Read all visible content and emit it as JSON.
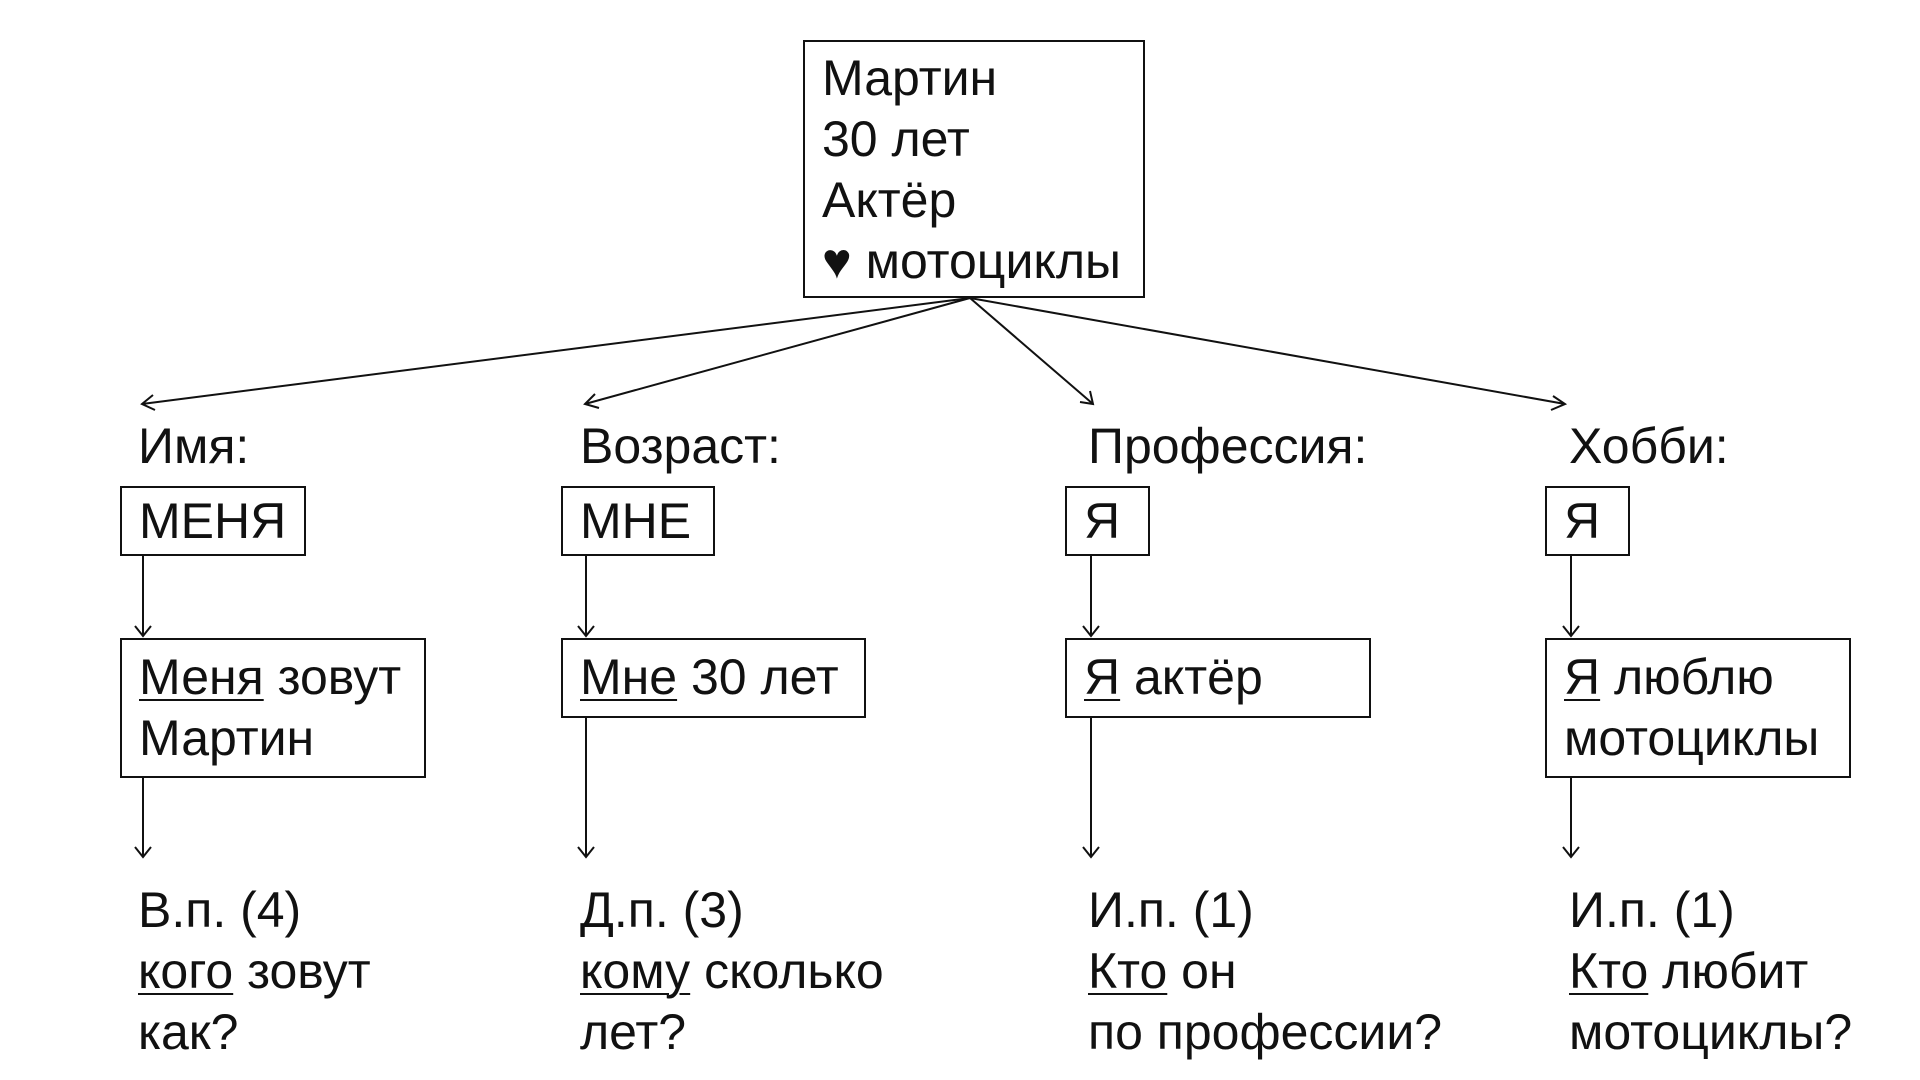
{
  "profile": {
    "name": "Мартин",
    "age": "30 лет",
    "profession": "Актёр",
    "hobby": "♥ мотоциклы"
  },
  "columns": [
    {
      "heading": "Имя:",
      "pronoun": "МЕНЯ",
      "sentence_underlined": "Меня",
      "sentence_rest_1": " зовут",
      "sentence_line_2": "Мартин",
      "case": "В.п. (4)",
      "question_underlined": "кого",
      "question_rest_1": " зовут",
      "question_line_2": "как?"
    },
    {
      "heading": "Возраст:",
      "pronoun": "МНЕ",
      "sentence_underlined": "Мне",
      "sentence_rest_1": " 30 лет",
      "sentence_line_2": "",
      "case": "Д.п. (3)",
      "question_underlined": "кому",
      "question_rest_1": " сколько",
      "question_line_2": "лет?"
    },
    {
      "heading": "Профессия:",
      "pronoun": "Я",
      "sentence_underlined": "Я",
      "sentence_rest_1": " актёр",
      "sentence_line_2": "",
      "case": "И.п. (1)",
      "question_underlined": "Кто",
      "question_rest_1": " он",
      "question_line_2": "по профессии?"
    },
    {
      "heading": "Хобби:",
      "pronoun": "Я",
      "sentence_underlined": "Я",
      "sentence_rest_1": " люблю",
      "sentence_line_2": "мотоциклы",
      "case": "И.п. (1)",
      "question_underlined": "Кто",
      "question_rest_1": " любит",
      "question_line_2": "мотоциклы?"
    }
  ]
}
